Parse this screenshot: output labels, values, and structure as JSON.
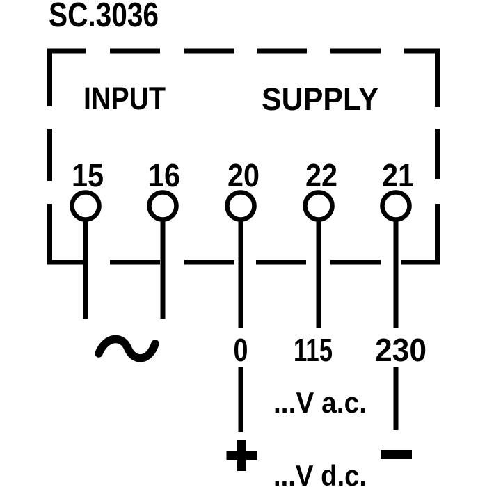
{
  "diagram": {
    "title": "SC.3036",
    "background_color": "#ffffff",
    "line_color": "#000000",
    "input_section": {
      "label": "INPUT"
    },
    "supply_section": {
      "label": "SUPPLY"
    },
    "terminals": [
      {
        "number": "15",
        "section": "input"
      },
      {
        "number": "16",
        "section": "input"
      },
      {
        "number": "20",
        "section": "supply",
        "voltage_tap": "0"
      },
      {
        "number": "22",
        "section": "supply",
        "voltage_tap": "115"
      },
      {
        "number": "21",
        "section": "supply",
        "voltage_tap": "230"
      }
    ],
    "symbols": {
      "ac_wave": "~",
      "dc_plus": "+",
      "dc_minus": "−"
    },
    "ratings": {
      "ac": "...V a.c.",
      "dc": "...V d.c."
    }
  }
}
